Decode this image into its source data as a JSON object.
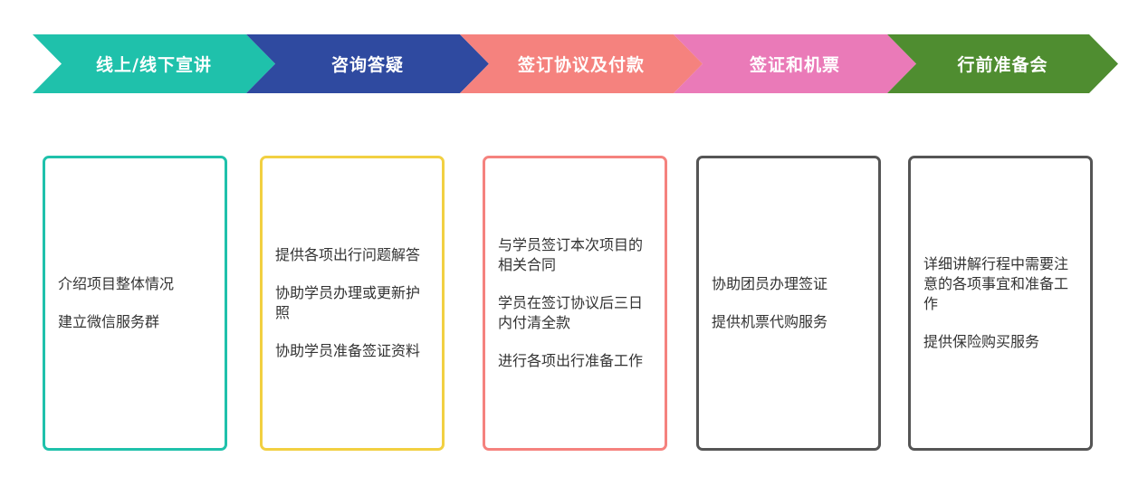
{
  "steps": [
    {
      "label": "线上/线下宣讲",
      "color": "#1fc1ab"
    },
    {
      "label": "咨询答疑",
      "color": "#2f4aa0"
    },
    {
      "label": "签订协议及付款",
      "color": "#f5827e"
    },
    {
      "label": "签证和机票",
      "color": "#ea7ab8"
    },
    {
      "label": "行前准备会",
      "color": "#4f8d30"
    }
  ],
  "boxes": [
    {
      "border_color": "#1fc1ab",
      "items": [
        "介绍项目整体情况",
        "建立微信服务群"
      ]
    },
    {
      "border_color": "#f2d042",
      "items": [
        "提供各项出行问题解答",
        "协助学员办理或更新护照",
        "协助学员准备签证资料"
      ]
    },
    {
      "border_color": "#f5827e",
      "items": [
        "与学员签订本次项目的相关合同",
        "学员在签订协议后三日内付清全款",
        "进行各项出行准备工作"
      ]
    },
    {
      "border_color": "#555555",
      "items": [
        "协助团员办理签证",
        "提供机票代购服务"
      ]
    },
    {
      "border_color": "#555555",
      "items": [
        "详细讲解行程中需要注意的各项事宜和准备工作",
        "提供保险购买服务"
      ]
    }
  ]
}
